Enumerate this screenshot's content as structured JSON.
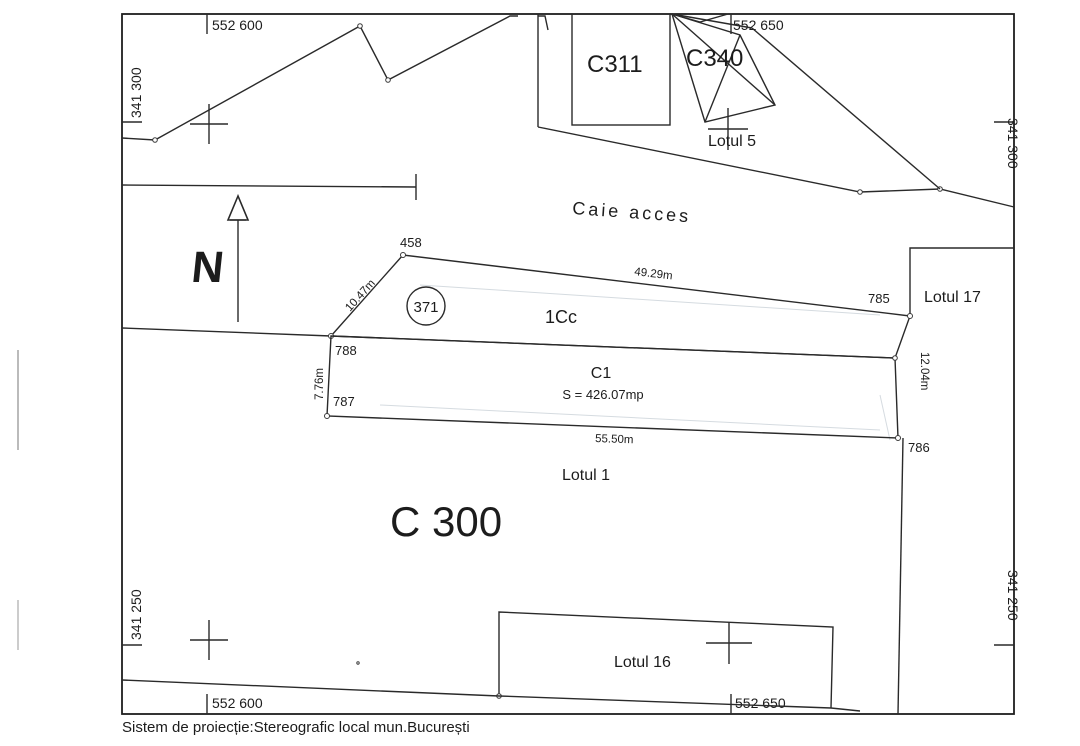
{
  "coordinates": {
    "top_x1": "552 600",
    "top_x2": "552 650",
    "bottom_x1": "552 600",
    "bottom_x2": "552 650",
    "left_y_top": "341 300",
    "left_y_bottom": "341 250",
    "right_y_top": "341 300",
    "right_y_bottom": "341 250"
  },
  "buildings": {
    "c311": "C311",
    "c340": "C340",
    "c300": "C 300",
    "c1": "C1"
  },
  "lots": {
    "lotul_5": "Lotul 5",
    "lotul_17": "Lotul 17",
    "lotul_1": "Lotul 1",
    "lotul_16": "Lotul 16"
  },
  "road_label": "Caie  acces",
  "north_label": "N",
  "parcel": {
    "number": "371",
    "code": "1Cc",
    "area": "S = 426.07mp"
  },
  "points": {
    "p458": "458",
    "p785": "785",
    "p788": "788",
    "p787": "787",
    "p786": "786"
  },
  "dimensions": {
    "d_1047": "10.47m",
    "d_4929": "49.29m",
    "d_776": "7.76m",
    "d_1204": "12.04m",
    "d_5550": "55.50m"
  },
  "caption": "Sistem de proiecție:Stereografic local mun.București"
}
